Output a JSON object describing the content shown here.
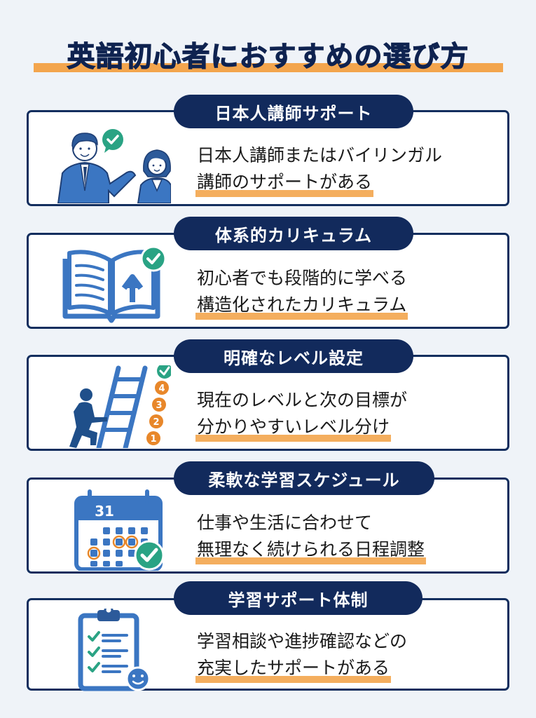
{
  "header": {
    "title": "英語初心者におすすめの選び方"
  },
  "colors": {
    "navy": "#122a5c",
    "accent_orange": "#f3a54d",
    "icon_blue": "#3b76c2",
    "check_green": "#2aa384",
    "background": "#eff3f8"
  },
  "cards": [
    {
      "heading": "日本人講師サポート",
      "line1": "日本人講師またはバイリンガル",
      "line2": "講師のサポートがある",
      "icon": "teachers-icon"
    },
    {
      "heading": "体系的カリキュラム",
      "line1": "初心者でも段階的に学べる",
      "line2": "構造化されたカリキュラム",
      "icon": "open-book-icon"
    },
    {
      "heading": "明確なレベル設定",
      "line1": "現在のレベルと次の目標が",
      "line2": "分かりやすいレベル分け",
      "icon": "ladder-levels-icon",
      "levels": [
        "1",
        "2",
        "3",
        "4"
      ]
    },
    {
      "heading": "柔軟な学習スケジュール",
      "line1": "仕事や生活に合わせて",
      "line2": "無理なく続けられる日程調整",
      "icon": "calendar-icon",
      "calendar_day": "31"
    },
    {
      "heading": "学習サポート体制",
      "line1": "学習相談や進捗確認などの",
      "line2": "充実したサポートがある",
      "icon": "clipboard-checklist-icon"
    }
  ]
}
